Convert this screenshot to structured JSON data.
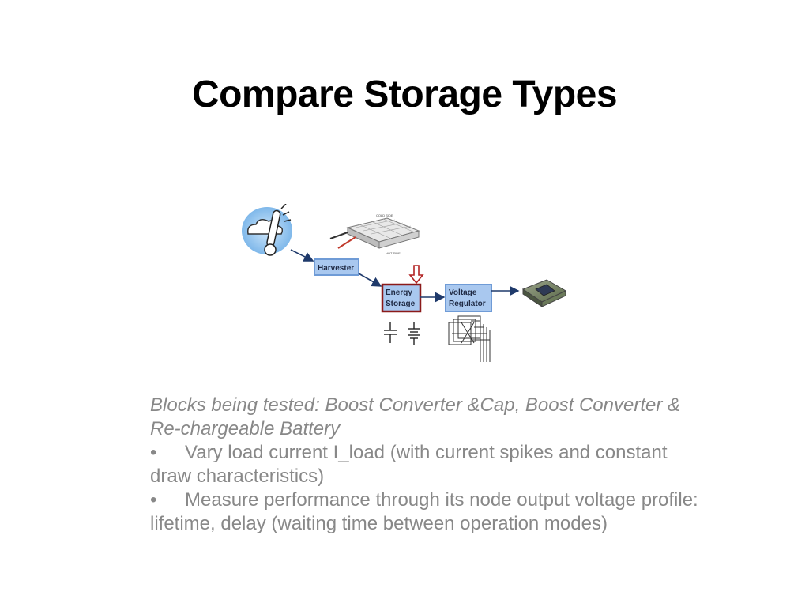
{
  "slide": {
    "title": "Compare Storage Types"
  },
  "diagram": {
    "blocks": {
      "harvester": "Harvester",
      "energy_storage_line1": "Energy",
      "energy_storage_line2": "Storage",
      "voltage_regulator_line1": "Voltage",
      "voltage_regulator_line2": "Regulator"
    },
    "colors": {
      "block_fill": "#a9c8ef",
      "block_border": "#6f9bd6",
      "storage_border": "#8b1a1a",
      "arrow": "#1f3a6b",
      "callout_arrow": "#b22222"
    }
  },
  "body": {
    "intro": "Blocks being tested: Boost Converter &Cap, Boost Converter & Re-chargeable Battery",
    "bullet_symbol": "•",
    "bullets": [
      "Vary load current I_load (with current spikes and constant draw characteristics)",
      "Measure performance through its node output voltage profile: lifetime, delay (waiting time between operation modes)"
    ]
  }
}
